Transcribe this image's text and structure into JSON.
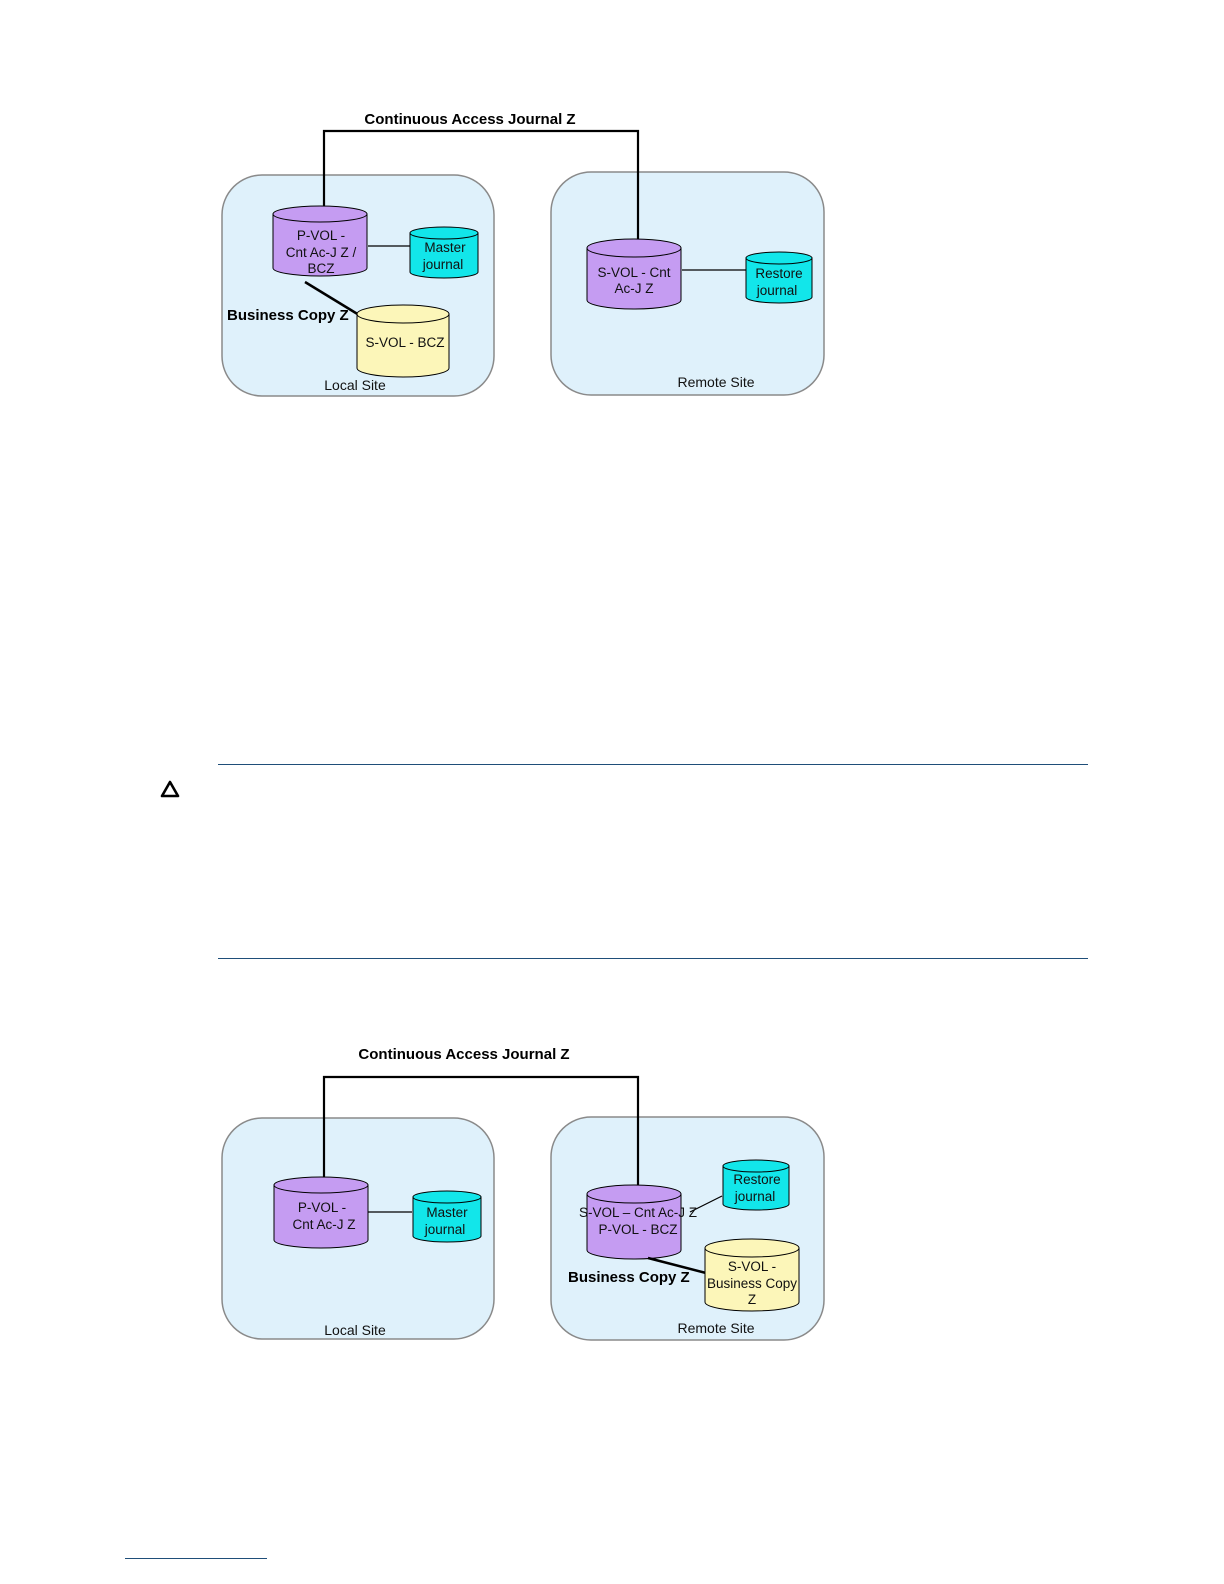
{
  "figure1": {
    "connection_label": "Continuous Access Journal Z",
    "local_site": {
      "label": "Local Site",
      "pvol": [
        "P-VOL -",
        "Cnt Ac-J Z /",
        "BCZ"
      ],
      "journal": [
        "Master",
        "journal"
      ],
      "bc_label": "Business Copy Z",
      "svol": [
        "S-VOL - BCZ"
      ]
    },
    "remote_site": {
      "label": "Remote Site",
      "svol": [
        "S-VOL - Cnt",
        "Ac-J Z"
      ],
      "journal": [
        "Restore",
        "journal"
      ]
    }
  },
  "figure2": {
    "connection_label": "Continuous Access Journal Z",
    "local_site": {
      "label": "Local Site",
      "pvol": [
        "P-VOL -",
        "Cnt Ac-J Z"
      ],
      "journal": [
        "Master",
        "journal"
      ]
    },
    "remote_site": {
      "label": "Remote Site",
      "svol": [
        "S-VOL – Cnt Ac-J Z",
        "P-VOL - BCZ"
      ],
      "journal": [
        "Restore",
        "journal"
      ],
      "bc_label": "Business Copy Z",
      "bc_svol": [
        "S-VOL -",
        "Business Copy",
        "Z"
      ]
    }
  },
  "colors": {
    "site_fill": "#dff1fb",
    "site_stroke": "#8a8a8a",
    "pvol_fill": "#c59cf2",
    "journal_fill": "#12e6ea",
    "svol_bc_fill": "#fcf6b9",
    "rule": "#1f4e79"
  },
  "caution_icon": "caution-triangle-icon"
}
